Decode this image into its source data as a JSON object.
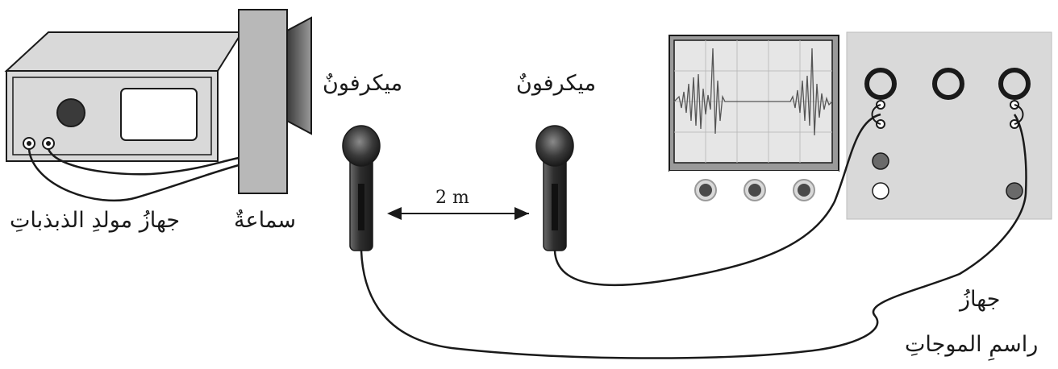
{
  "labels": {
    "generator": "جهازُ مولدِ الذبذباتِ",
    "speaker": "سماعةٌ",
    "mic_left": "ميكرفونٌ",
    "mic_right": "ميكرفونٌ",
    "distance": "2 m",
    "oscilloscope_line1": "جهازُ",
    "oscilloscope_line2": "راسمِ الموجاتِ"
  },
  "colors": {
    "stroke": "#1a1a1a",
    "panel": "#d9d9d9",
    "screen": "#e6e6e6",
    "grid": "#bdbdbd",
    "trace": "#555555",
    "knob": "#4a4a4a",
    "mic_body": "#3a3a3a"
  }
}
